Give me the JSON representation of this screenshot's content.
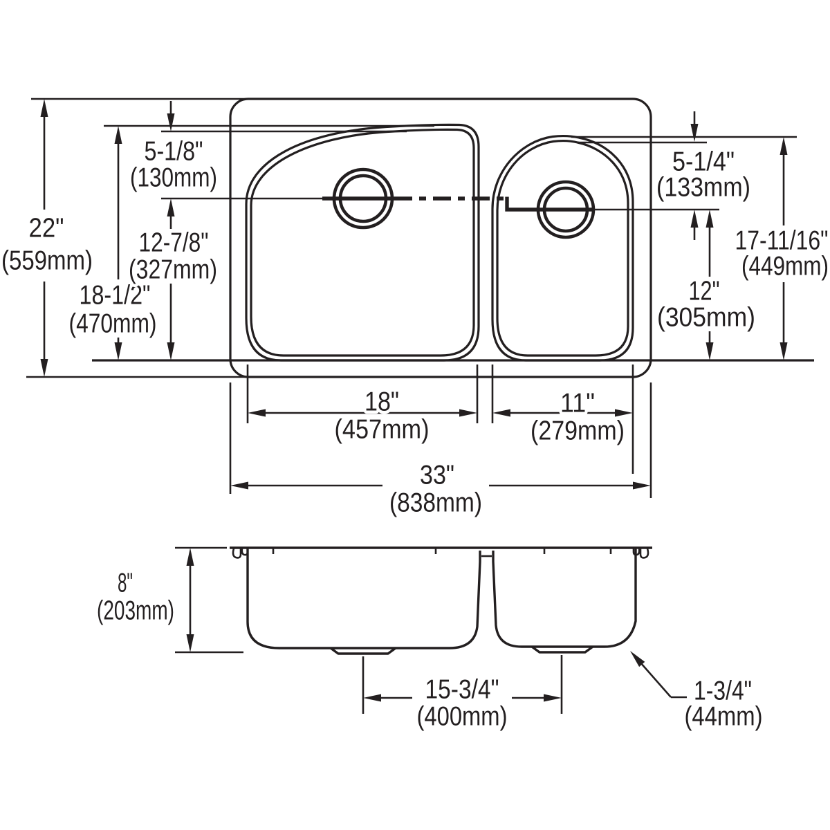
{
  "title": "double-bowl sink dimension drawing",
  "colors": {
    "line": "#231f20",
    "background": "#ffffff"
  },
  "top_view": {
    "dims": {
      "overall_depth_in": "22\"",
      "overall_depth_mm": "(559mm)",
      "left_bowl_depth_in": "18-1/2\"",
      "left_bowl_depth_mm": "(470mm)",
      "left_drain_back_in": "5-1/8\"",
      "left_drain_back_mm": "(130mm)",
      "left_drain_front_in": "12-7/8\"",
      "left_drain_front_mm": "(327mm)",
      "right_drain_back_in": "5-1/4\"",
      "right_drain_back_mm": "(133mm)",
      "right_bowl_depth_in": "17-11/16\"",
      "right_bowl_depth_mm": "(449mm)",
      "right_drain_front_in": "12\"",
      "right_drain_front_mm": "(305mm)",
      "left_bowl_width_in": "18\"",
      "left_bowl_width_mm": "(457mm)",
      "right_bowl_width_in": "11\"",
      "right_bowl_width_mm": "(279mm)",
      "overall_width_in": "33\"",
      "overall_width_mm": "(838mm)"
    }
  },
  "side_view": {
    "dims": {
      "bowl_depth_in": "8\"",
      "bowl_depth_mm": "(203mm)",
      "drain_centers_in": "15-3/4\"",
      "drain_centers_mm": "(400mm)",
      "corner_radius_in": "1-3/4\"",
      "corner_radius_mm": "(44mm)"
    }
  }
}
